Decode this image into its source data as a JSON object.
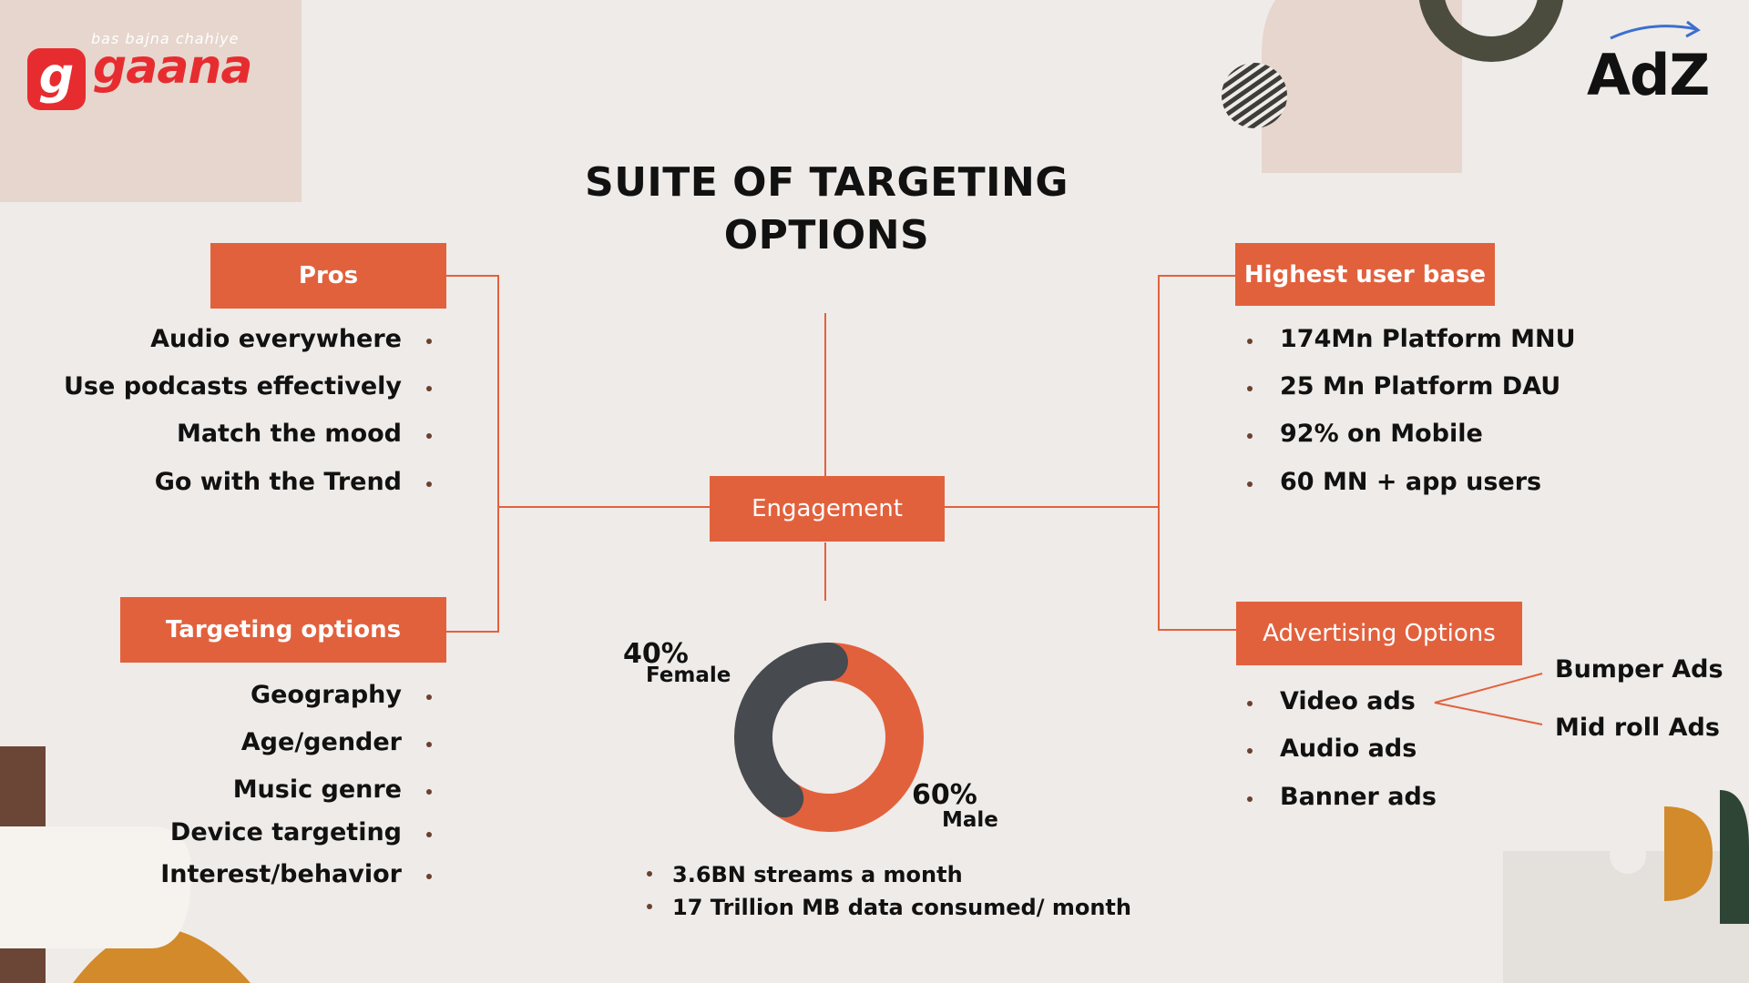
{
  "brand": {
    "gaana_tagline": "bas bajna chahiye",
    "gaana_icon_letter": "g",
    "gaana_name": "gaana",
    "partner_name": "AdZ"
  },
  "title": "SUITE OF TARGETING OPTIONS",
  "center_node": "Engagement",
  "pros": {
    "label": "Pros",
    "items": [
      "Audio everywhere",
      "Use podcasts effectively",
      "Match the mood",
      "Go with the Trend"
    ]
  },
  "targeting": {
    "label": "Targeting options",
    "items": [
      "Geography",
      "Age/gender",
      "Music genre",
      "Device targeting",
      "Interest/behavior"
    ]
  },
  "user_base": {
    "label": "Highest user base",
    "items": [
      "174Mn Platform MNU",
      "25 Mn Platform DAU",
      "92% on Mobile",
      "60 MN + app users"
    ]
  },
  "advertising": {
    "label": "Advertising Options",
    "items": [
      "Video ads",
      "Audio ads",
      "Banner ads"
    ],
    "video_subtypes": [
      "Bumper Ads",
      "Mid roll Ads"
    ]
  },
  "engagement_stats": [
    "3.6BN streams a month",
    "17 Trillion MB data consumed/ month"
  ],
  "chart_data": {
    "type": "pie",
    "categories": [
      "Female",
      "Male"
    ],
    "values": [
      40,
      60
    ],
    "value_labels": [
      "40%",
      "60%"
    ],
    "colors": [
      "#474a4f",
      "#e2613d"
    ]
  },
  "colors": {
    "accent": "#e2613d",
    "background": "#efebe8",
    "connector": "#e2613d"
  }
}
